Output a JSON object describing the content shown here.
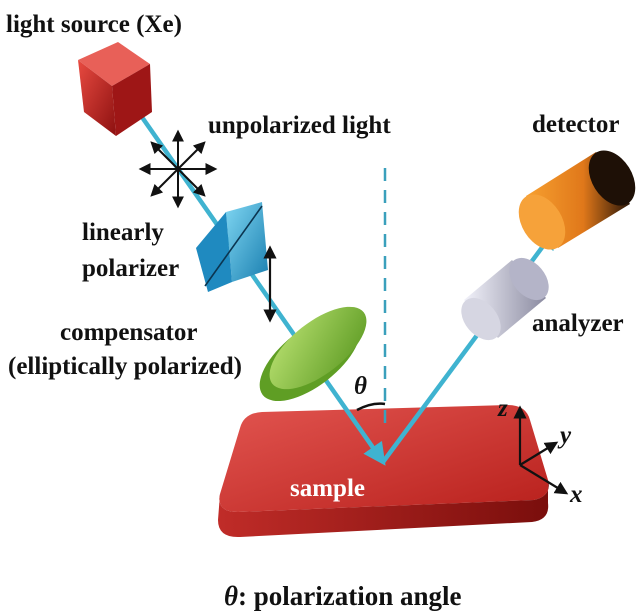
{
  "labels": {
    "light_source": "light source (Xe)",
    "unpolarized_light": "unpolarized light",
    "detector": "detector",
    "linearly": "linearly",
    "polarizer": "polarizer",
    "compensator": "compensator",
    "elliptically_polarized": "(elliptically polarized)",
    "analyzer": "analyzer",
    "sample": "sample",
    "theta": "θ",
    "axis_x": "x",
    "axis_y": "y",
    "axis_z": "z"
  },
  "caption": {
    "symbol": "θ",
    "text": ": polarization angle"
  },
  "colors": {
    "beam": "#3fb3d0",
    "source": "#c62020",
    "polarizer": "#2aa8d8",
    "compensator": "#8cc63f",
    "analyzer": "#c8c8d8",
    "detector": "#f28c1c",
    "sample": "#d23a36",
    "normal_line": "#3aa0bc"
  }
}
